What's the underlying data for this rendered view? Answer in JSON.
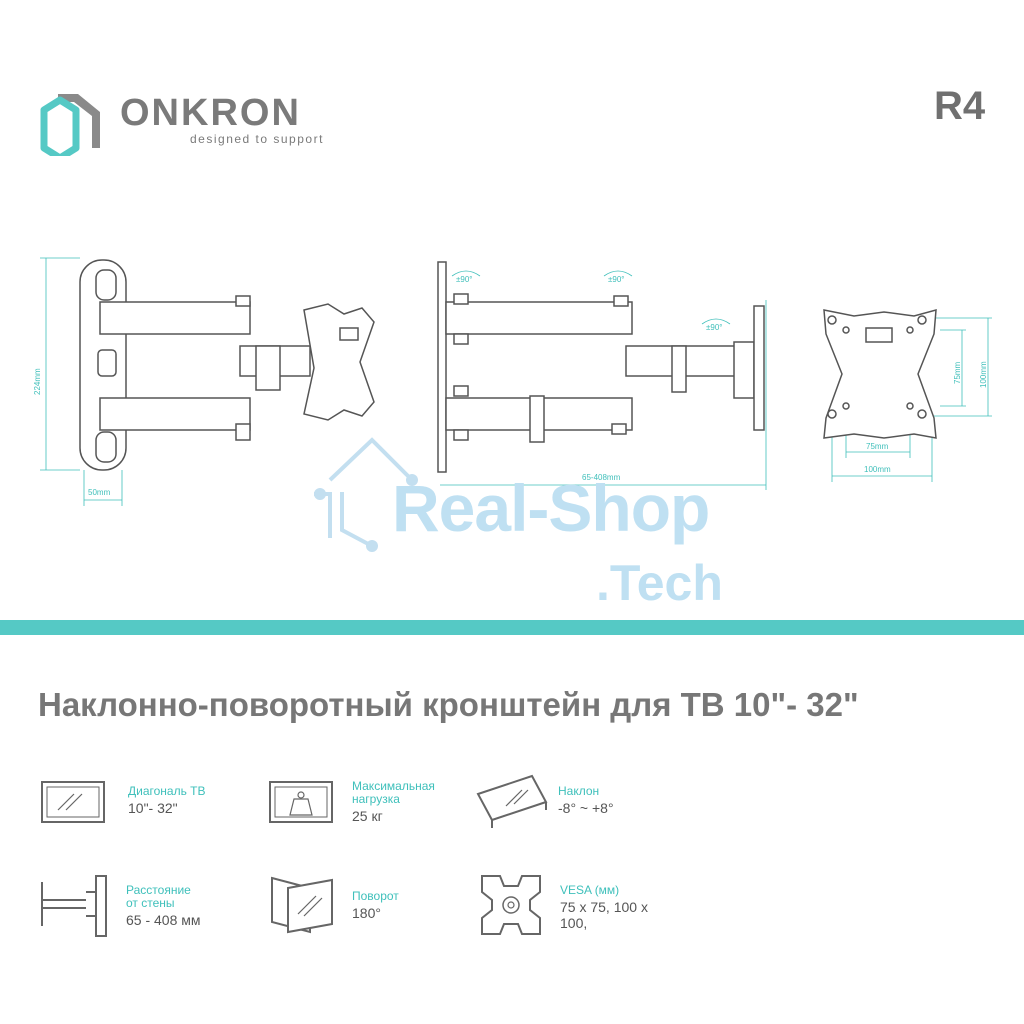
{
  "brand": {
    "name": "ONKRON",
    "tagline": "designed to support"
  },
  "model": "R4",
  "drawing": {
    "height_dim": "224mm",
    "depth_dim": "50mm",
    "extension_dim": "65-408mm",
    "swivel_1": "±90°",
    "swivel_2": "±90°",
    "swivel_3": "±90°",
    "vesa_small_h": "75mm",
    "vesa_large_h": "100mm",
    "vesa_small_v": "75mm",
    "vesa_large_v": "100mm"
  },
  "watermark": {
    "line1": "Real-Shop",
    "line2": ".Tech"
  },
  "accent_color": "#55c9c5",
  "headline": "Наклонно-поворотный кронштейн для ТВ  10\"- 32\"",
  "features": [
    {
      "label": "Диагональ ТВ",
      "value": "10\"- 32\"",
      "icon": "tv-diagonal-icon"
    },
    {
      "label": "Максимальная нагрузка",
      "value": "25 кг",
      "icon": "weight-icon"
    },
    {
      "label": "Наклон",
      "value": "-8° ~ +8°",
      "icon": "tilt-icon"
    },
    {
      "label": "Расстояние от стены",
      "value": "65 - 408 мм",
      "icon": "wall-distance-icon"
    },
    {
      "label": "Поворот",
      "value": "180°",
      "icon": "swivel-icon"
    },
    {
      "label": "VESA (мм)",
      "value": "75 x 75, 100 x 100,",
      "icon": "vesa-icon"
    }
  ]
}
